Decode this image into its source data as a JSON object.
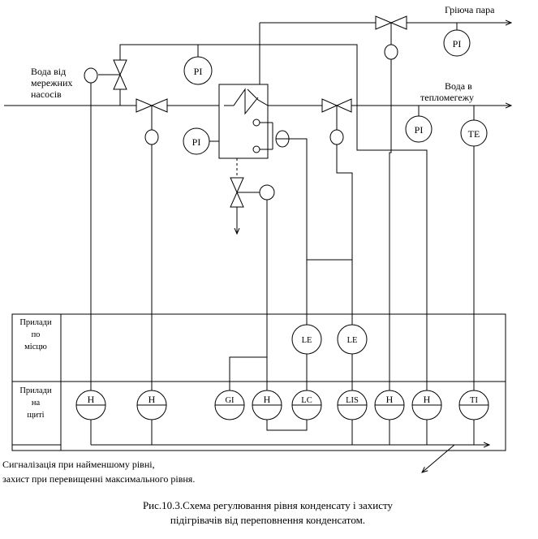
{
  "labels": {
    "heating_steam": "Гріюча пара",
    "water_in": [
      "Вода від",
      "мережних",
      "насосів"
    ],
    "water_out": [
      "Вода в",
      "тепломегежу"
    ]
  },
  "field_instruments": {
    "pi_top": "PI",
    "pi_steam": "PI",
    "pi_left": "PI",
    "pi_out": "PI",
    "te": "TE"
  },
  "panel": {
    "row_local": [
      "Прилади",
      "по",
      "місцю"
    ],
    "row_board": [
      "Прилади",
      "на",
      "щиті"
    ],
    "local": [
      "LE",
      "LE"
    ],
    "board": [
      "H",
      "H",
      "GI",
      "H",
      "LC",
      "LIS",
      "H",
      "H",
      "TI"
    ]
  },
  "note": [
    "Сигналізація при найменшому рівні,",
    "захист при перевищенні максимального рівня."
  ],
  "caption": [
    "Рис.10.3.Схема регулювання рівня конденсату і захисту",
    "підігрівачів від переповнення конденсатом."
  ]
}
